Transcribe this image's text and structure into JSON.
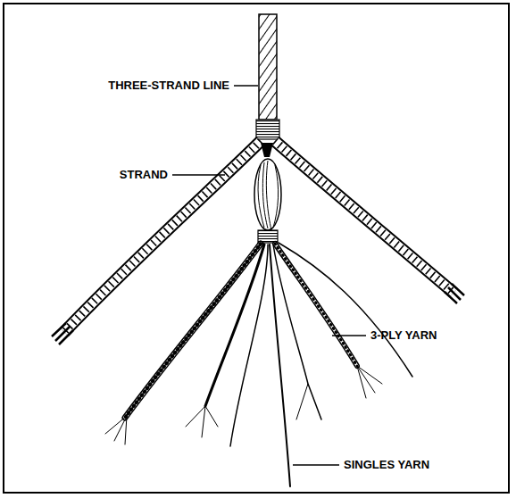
{
  "diagram": {
    "labels": [
      "THREE-STRAND LINE",
      "STRAND",
      "3-PLY YARN",
      "SINGLES YARN"
    ]
  }
}
